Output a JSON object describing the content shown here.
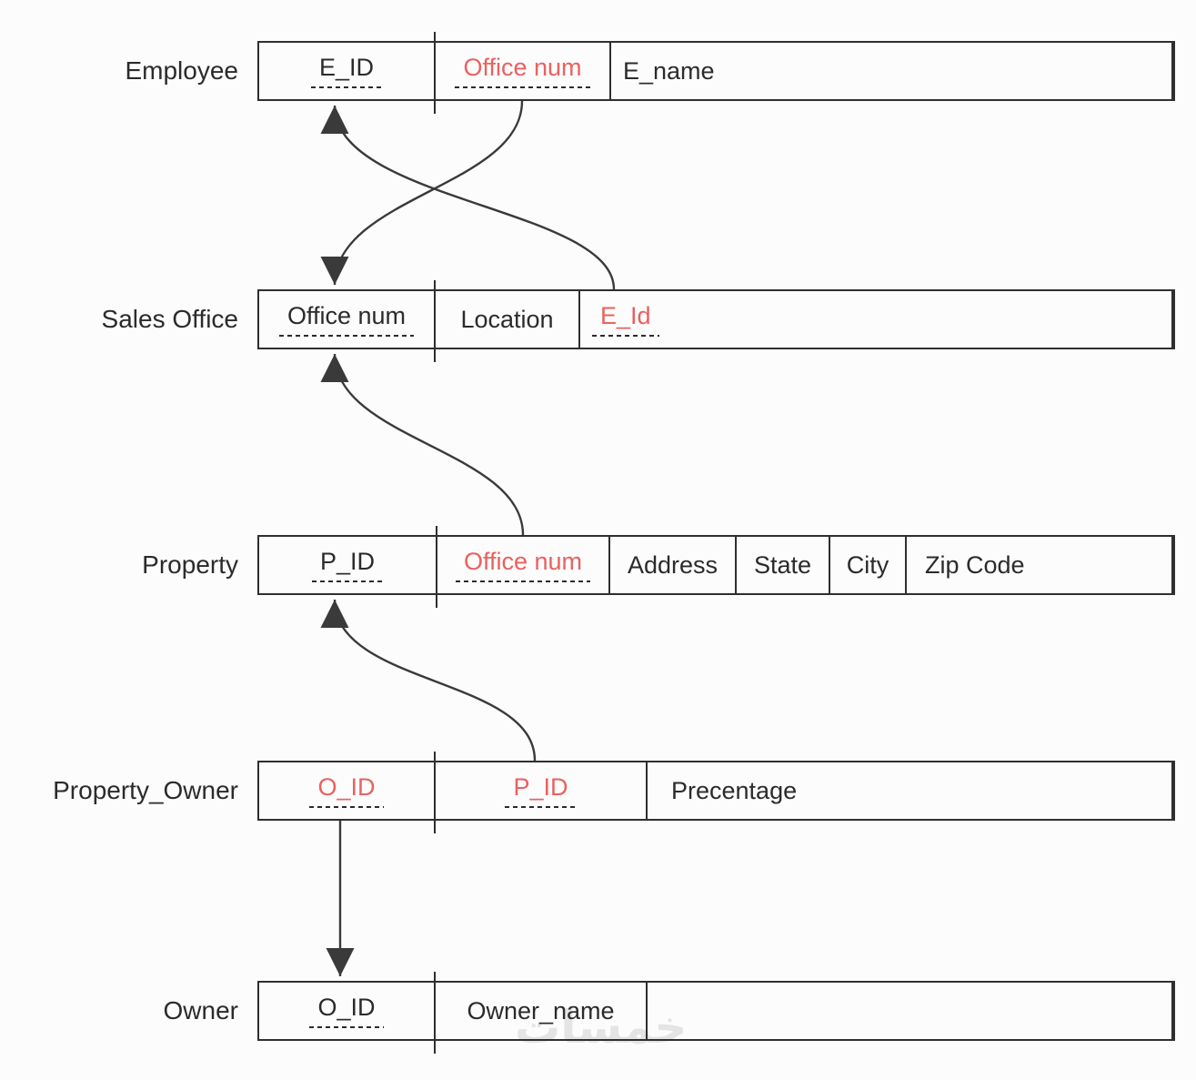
{
  "diagram": {
    "watermark": "خمسات",
    "colors": {
      "background": "#fcfcfc",
      "border": "#2f2f2f",
      "line": "#3a3a3a",
      "text": "#2b2b2b",
      "fk": "#ea615f",
      "watermark": "#e4e4e4"
    },
    "tables": [
      {
        "label": "Employee",
        "columns": [
          {
            "label": "E_ID",
            "key": true,
            "fk": false
          },
          {
            "label": "Office num",
            "key": true,
            "fk": true
          },
          {
            "label": "E_name",
            "key": false,
            "fk": false
          }
        ]
      },
      {
        "label": "Sales Office",
        "columns": [
          {
            "label": "Office num",
            "key": true,
            "fk": false
          },
          {
            "label": "Location",
            "key": false,
            "fk": false
          },
          {
            "label": "E_Id",
            "key": true,
            "fk": true
          }
        ]
      },
      {
        "label": "Property",
        "columns": [
          {
            "label": "P_ID",
            "key": true,
            "fk": false
          },
          {
            "label": "Office num",
            "key": true,
            "fk": true
          },
          {
            "label": "Address",
            "key": false,
            "fk": false
          },
          {
            "label": "State",
            "key": false,
            "fk": false
          },
          {
            "label": "City",
            "key": false,
            "fk": false
          },
          {
            "label": "Zip Code",
            "key": false,
            "fk": false
          }
        ]
      },
      {
        "label": "Property_Owner",
        "columns": [
          {
            "label": "O_ID",
            "key": true,
            "fk": true
          },
          {
            "label": "P_ID",
            "key": true,
            "fk": true
          },
          {
            "label": "Precentage",
            "key": false,
            "fk": false
          }
        ]
      },
      {
        "label": "Owner",
        "columns": [
          {
            "label": "O_ID",
            "key": true,
            "fk": false
          },
          {
            "label": "Owner_name",
            "key": false,
            "fk": false
          },
          {
            "label": "",
            "key": false,
            "fk": false
          }
        ]
      }
    ],
    "relations": [
      {
        "from": "Sales Office.E_Id",
        "to": "Employee.E_ID"
      },
      {
        "from": "Employee.Office num",
        "to": "Sales Office.Office num"
      },
      {
        "from": "Property.Office num",
        "to": "Sales Office.Office num"
      },
      {
        "from": "Property_Owner.P_ID",
        "to": "Property.P_ID"
      },
      {
        "from": "Property_Owner.O_ID",
        "to": "Owner.O_ID"
      }
    ]
  }
}
